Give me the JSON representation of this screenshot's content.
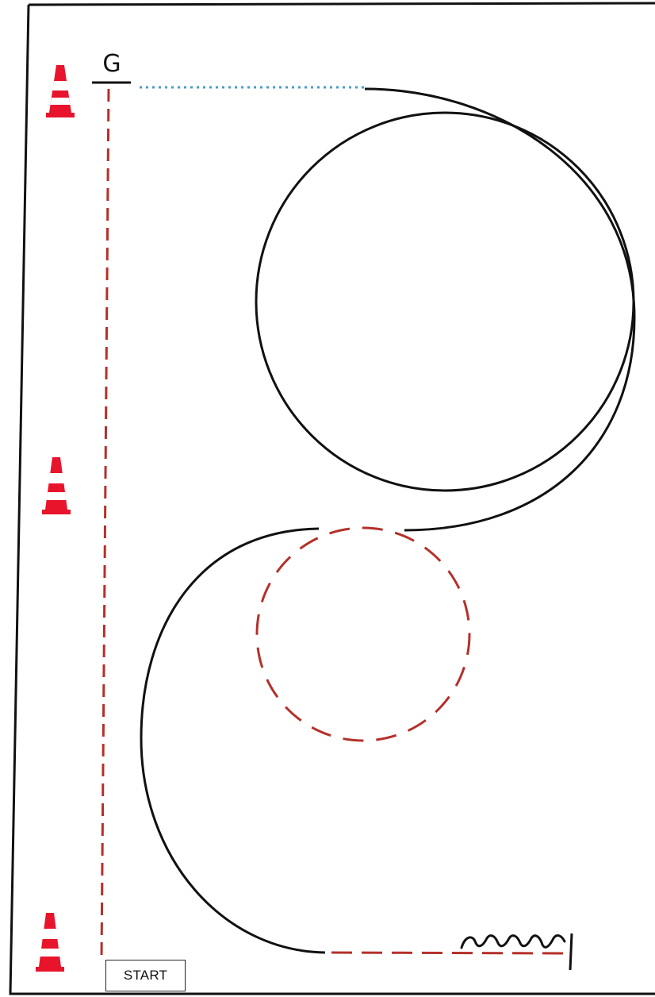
{
  "diagram": {
    "goal_label": "G",
    "start_label": "START",
    "cone_count": 3,
    "colors": {
      "frame": "#111111",
      "solid_path": "#111111",
      "dashed_path": "#b5302a",
      "dotted_path": "#4a9cc9",
      "cone_red": "#e8142b",
      "cone_white": "#ffffff"
    },
    "icons": {
      "cone": "traffic-cone-icon",
      "wavy": "wavy-line-icon",
      "stop": "stop-line-icon"
    }
  }
}
